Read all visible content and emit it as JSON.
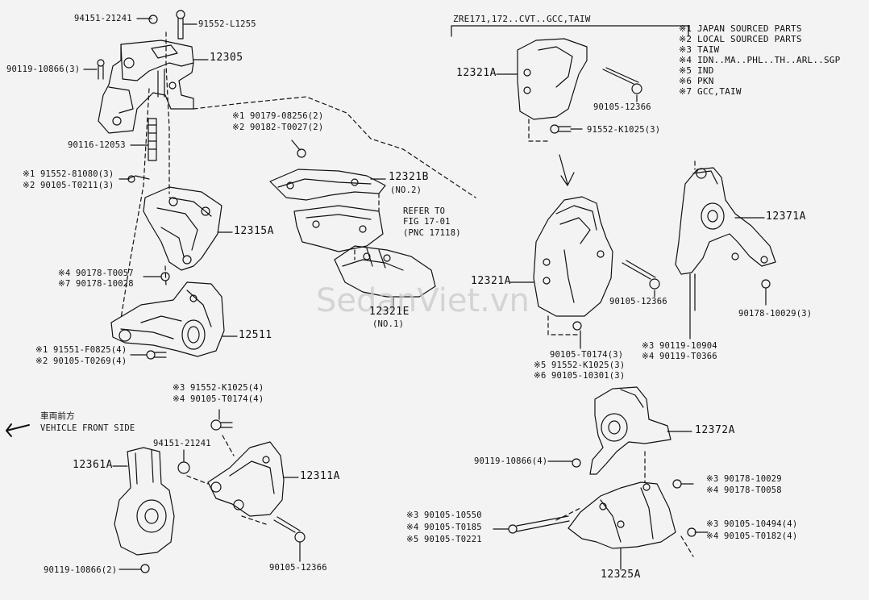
{
  "top_label": "ZRE171,172..CVT..GCC,TAIW",
  "legend": [
    "※1 JAPAN SOURCED PARTS",
    "※2 LOCAL SOURCED PARTS",
    "※3 TAIW",
    "※4 IDN..MA..PHL..TH..ARL..SGP",
    "※5 IND",
    "※6 PKN",
    "※7 GCC,TAIW"
  ],
  "direction": {
    "line1": "車両前方",
    "line2": "VEHICLE FRONT SIDE"
  },
  "watermark": "SedanViet.vn",
  "refer": {
    "l1": "REFER TO",
    "l2": "FIG 17-01",
    "l3": "(PNC 17118)"
  },
  "parts": {
    "p12305": "12305",
    "p12315A": "12315A",
    "p12511": "12511",
    "p12321B": "12321B",
    "p12321B_sub": "(NO.2)",
    "p12321E": "12321E",
    "p12321E_sub": "(NO.1)",
    "p12321A_top": "12321A",
    "p12321A_mid": "12321A",
    "p12371A": "12371A",
    "p12372A": "12372A",
    "p12325A": "12325A",
    "p12361A": "12361A",
    "p12311A": "12311A"
  },
  "fasteners": {
    "f1": "94151-21241",
    "f2": "91552-L1255",
    "f3": "90119-10866(3)",
    "f4": "90116-12053",
    "f5a": "※1 91552-81080(3)",
    "f5b": "※2 90105-T0211(3)",
    "f6a": "※1 90179-08256(2)",
    "f6b": "※2 90182-T0027(2)",
    "f7a": "※4  90178-T0057",
    "f7b": "※7  90178-10028",
    "f8a": "※1 91551-F0825(4)",
    "f8b": "※2 90105-T0269(4)",
    "f9a": "※3  91552-K1025(4)",
    "f9b": "※4  90105-T0174(4)",
    "f10": "94151-21241",
    "f11": "90119-10866(2)",
    "f12": "90105-12366",
    "f13": "90105-12366",
    "f14": "91552-K1025(3)",
    "f15": "90105-12366",
    "f16a": "90105-T0174(3)",
    "f16b": "※5 91552-K1025(3)",
    "f16c": "※6 90105-10301(3)",
    "f17a": "※3  90119-10904",
    "f17b": "※4  90119-T0366",
    "f18": "90178-10029(3)",
    "f19": "90119-10866(4)",
    "f20a": "※3  90178-10029",
    "f20b": "※4  90178-T0058",
    "f21a": "※3  90105-10550",
    "f21b": "※4  90105-T0185",
    "f21c": "※5  90105-T0221",
    "f22a": "※3  90105-10494(4)",
    "f22b": "※4  90105-T0182(4)"
  },
  "colors": {
    "background": "#f3f3f3",
    "ink": "#111111",
    "watermark": "#c8c8c8"
  }
}
